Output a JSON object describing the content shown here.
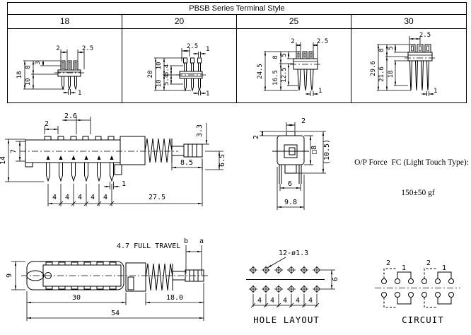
{
  "table": {
    "title": "PBSB Series Terminal Style",
    "columns": [
      {
        "label": "18",
        "dims": {
          "top_a": "2",
          "top_b": "2.5",
          "overall": "18",
          "upper": "8",
          "lower": "10",
          "small": "3",
          "pin": "1"
        }
      },
      {
        "label": "20",
        "dims": {
          "top_a": "2.5",
          "top_pin": "1",
          "overall": "20",
          "upper": "10",
          "lower": "10",
          "inner_a": "5.4",
          "inner_b": "5.4",
          "pin": "1"
        }
      },
      {
        "label": "25",
        "dims": {
          "top_a": "2",
          "top_b": "2.5",
          "overall": "24.5",
          "upper": "8",
          "lower": "16.5",
          "inner_a": "5",
          "inner_b": "12.5",
          "pin": "1"
        }
      },
      {
        "label": "30",
        "dims": {
          "top_a": "2.5",
          "overall": "29.6",
          "upper": "8",
          "inner_a": "5",
          "lower": "21.6",
          "inner_b": "18",
          "pin": "1"
        }
      }
    ]
  },
  "side_view": {
    "dims": {
      "pitch_top": "2.6",
      "first": "2",
      "stem": "3.3",
      "body_h": "7",
      "overall_h": "14",
      "spring": "8.5",
      "tip": "6.5",
      "pin_w": "1",
      "pitch": [
        "4",
        "4",
        "4",
        "4",
        "4"
      ],
      "length": "27.5"
    }
  },
  "end_view": {
    "dims": {
      "knob_w": "2",
      "knob_h": "2",
      "body": "□8",
      "overall": "(10.5)",
      "span": "6",
      "width": "9.8"
    }
  },
  "force_note": {
    "line1": "O/P Force  FC (Light Touch Type):",
    "line2": "150±50 gf"
  },
  "travel_view": {
    "travel": "4.7 FULL TRAVEL",
    "pos_b": "b",
    "pos_a": "a",
    "dims": {
      "body_h": "9",
      "body_len": "30",
      "ext_len": "18.0",
      "overall": "54"
    }
  },
  "hole_layout": {
    "callout": "12-ø1.3",
    "dims": {
      "gap": "6",
      "pitch": [
        "4",
        "4",
        "4",
        "4",
        "4"
      ]
    },
    "title": "HOLE LAYOUT"
  },
  "circuit": {
    "groups": [
      {
        "n2": "2",
        "n1": "1"
      },
      {
        "n2": "2",
        "n1": "1"
      }
    ],
    "title": "CIRCUIT"
  }
}
